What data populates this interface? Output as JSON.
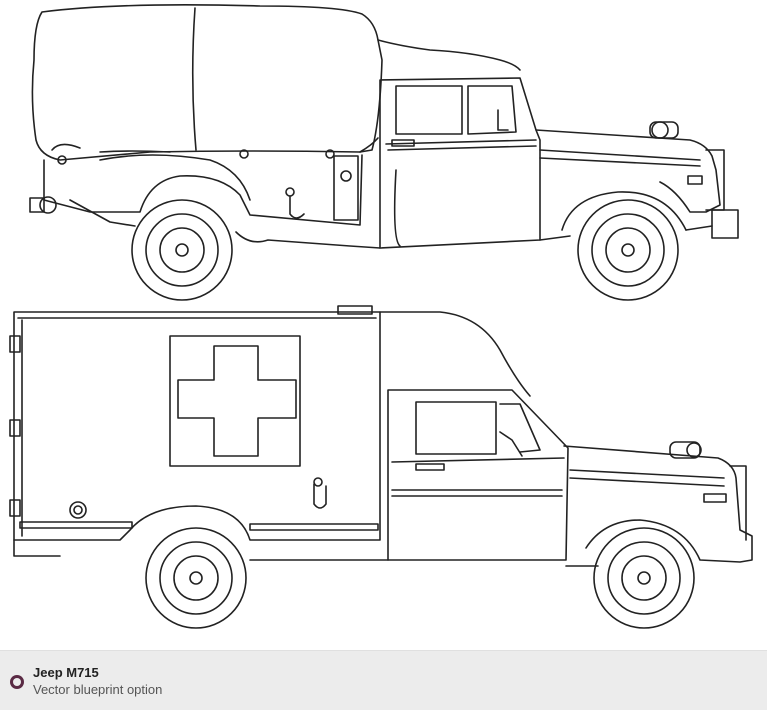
{
  "caption": {
    "title": "Jeep M715",
    "subtitle": "Vector blueprint option",
    "badge_color": "#5a2a44"
  },
  "drawing": {
    "views": [
      {
        "name": "cargo-truck-with-canvas-top",
        "icon": "truck-side-view"
      },
      {
        "name": "ambulance-body",
        "icon": "ambulance-side-view",
        "emblem": "red-cross-outline"
      }
    ],
    "line_color": "#222222",
    "background": "#ffffff"
  }
}
